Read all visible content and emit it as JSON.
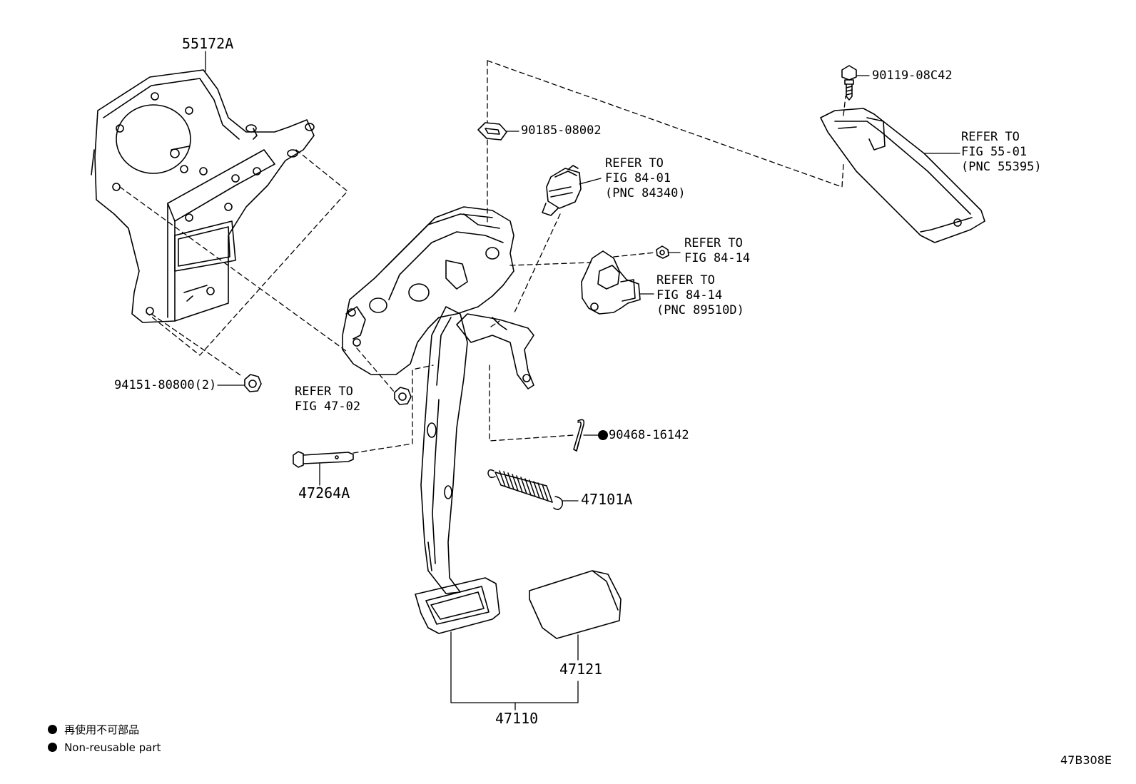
{
  "parts": {
    "bracket": "55172A",
    "nut_pair": "94151-80800(2)",
    "clip": "90185-08002",
    "bolt": "90119-08C42",
    "pin_clip": "90468-16142",
    "pivot_pin": "47264A",
    "return_spring": "47101A",
    "pedal_pad": "47121",
    "pedal_assy": "47110"
  },
  "refs": {
    "switch": [
      "REFER TO",
      "FIG 84-01",
      "(PNC 84340)"
    ],
    "cover": [
      "REFER TO",
      "FIG 55-01",
      "(PNC 55395)"
    ],
    "nut_refer": [
      "REFER TO",
      "FIG 84-14"
    ],
    "sensor": [
      "REFER TO",
      "FIG 84-14",
      "(PNC 89510D)"
    ],
    "nut_47": [
      "REFER TO",
      "FIG 47-02"
    ]
  },
  "legend": {
    "jp": "再使用不可部品",
    "en": "Non-reusable part"
  },
  "figure_id": "47B308E"
}
